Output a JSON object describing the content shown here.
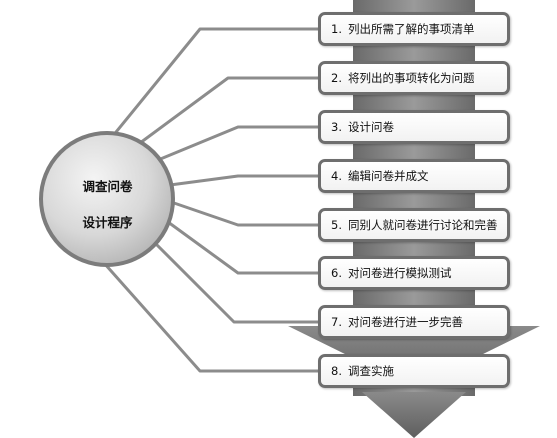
{
  "center": {
    "title_line1": "调查问卷",
    "title_line2": "设计程序"
  },
  "steps": [
    {
      "num": "1.",
      "text": "列出所需了解的事项清单"
    },
    {
      "num": "2.",
      "text": "将列出的事项转化为问题"
    },
    {
      "num": "3.",
      "text": "设计问卷"
    },
    {
      "num": "4.",
      "text": "编辑问卷并成文"
    },
    {
      "num": "5.",
      "text": "同别人就问卷进行讨论和完善"
    },
    {
      "num": "6.",
      "text": "对问卷进行模拟测试"
    },
    {
      "num": "7.",
      "text": "对问卷进行进一步完善"
    },
    {
      "num": "8.",
      "text": "调查实施"
    }
  ],
  "colors": {
    "connector": "#8c8c8c",
    "box_border": "#6e6e6e",
    "arrow": "#7a7a7a",
    "circle_fill": "#cfcfcf"
  }
}
